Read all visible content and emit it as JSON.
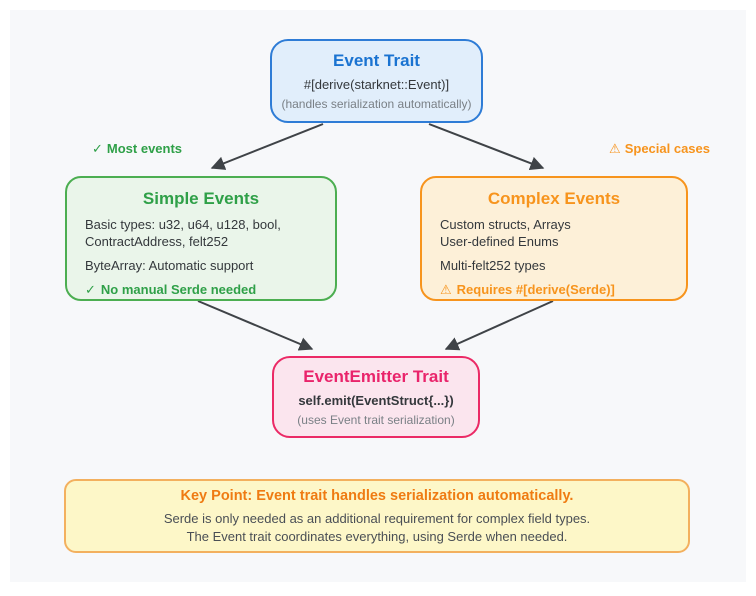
{
  "page": {
    "background_color": "#ffffff",
    "panel_color": "#f7f8fa",
    "arrow_color": "#3f4347"
  },
  "nodes": {
    "event_trait": {
      "title": "Event Trait",
      "code": "#[derive(starknet::Event)]",
      "note": "(handles serialization automatically)",
      "border_color": "#2e7cd6",
      "fill_color": "#e1eefb",
      "title_color": "#1a73d1"
    },
    "simple_events": {
      "title": "Simple Events",
      "line1": "Basic types: u32, u64, u128, bool, ContractAddress, felt252",
      "line2": "ByteArray: Automatic support",
      "highlight": {
        "icon": "✓",
        "text": "No manual Serde needed"
      },
      "border_color": "#4cae51",
      "fill_color": "#eaf5ea",
      "title_color": "#2fa048"
    },
    "complex_events": {
      "title": "Complex Events",
      "line1": "Custom structs, Arrays",
      "line2": "User-defined Enums",
      "line3": "Multi-felt252 types",
      "highlight": {
        "icon": "⚠",
        "text": "Requires #[derive(Serde)]"
      },
      "border_color": "#f7941d",
      "fill_color": "#fdf0d8",
      "title_color": "#f7941d"
    },
    "event_emitter": {
      "title": "EventEmitter Trait",
      "code": "self.emit(EventStruct{...})",
      "note": "(uses Event trait serialization)",
      "border_color": "#eb2a66",
      "fill_color": "#fbe5ee",
      "title_color": "#e9246b"
    }
  },
  "annotations": {
    "most_events": {
      "icon": "✓",
      "label": "Most events",
      "color": "#2fa048"
    },
    "special_cases": {
      "icon": "⚠",
      "label": "Special cases",
      "color": "#f7941d"
    }
  },
  "key_point": {
    "title": "Key Point: Event trait handles serialization automatically.",
    "line1": "Serde is only needed as an additional requirement for complex field types.",
    "line2": "The Event trait coordinates everything, using Serde when needed.",
    "border_color": "#f3b05e",
    "fill_color": "#fdf7c8",
    "title_color": "#ef7b12"
  }
}
